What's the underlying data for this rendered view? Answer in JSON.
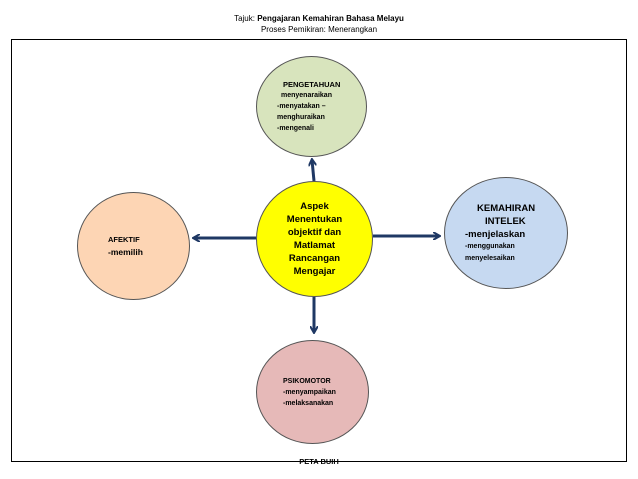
{
  "header": {
    "title_prefix": "Tajuk: ",
    "title_main": "Pengajaran  Kemahiran Bahasa Melayu",
    "subtitle": "Proses Pemikiran: Menerangkan"
  },
  "center": {
    "lines": [
      "Aspek",
      "Menentukan",
      "objektif dan",
      "Matlamat",
      "Rancangan",
      "Mengajar"
    ]
  },
  "top": {
    "lines": [
      "PENGETAHUAN",
      "menyenaraikan",
      "-menyatakan –",
      "menghuraikan",
      "-mengenali"
    ]
  },
  "right": {
    "lines": [
      "KEMAHIRAN",
      "INTELEK",
      "-menjelaskan",
      "-menggunakan",
      "menyelesaikan"
    ]
  },
  "left": {
    "lines": [
      "AFEKTIF",
      "-memilih"
    ]
  },
  "bottom": {
    "lines": [
      "PSIKOMOTOR",
      "-menyampaikan",
      "-melaksanakan"
    ]
  },
  "footer": {
    "label": "PETA BUIH"
  },
  "colors": {
    "center": "#ffff00",
    "top": "#d8e4bd",
    "right": "#c6d9f1",
    "left": "#fdd5b4",
    "bottom": "#e6b9b8",
    "arrow": "#1f3864"
  }
}
